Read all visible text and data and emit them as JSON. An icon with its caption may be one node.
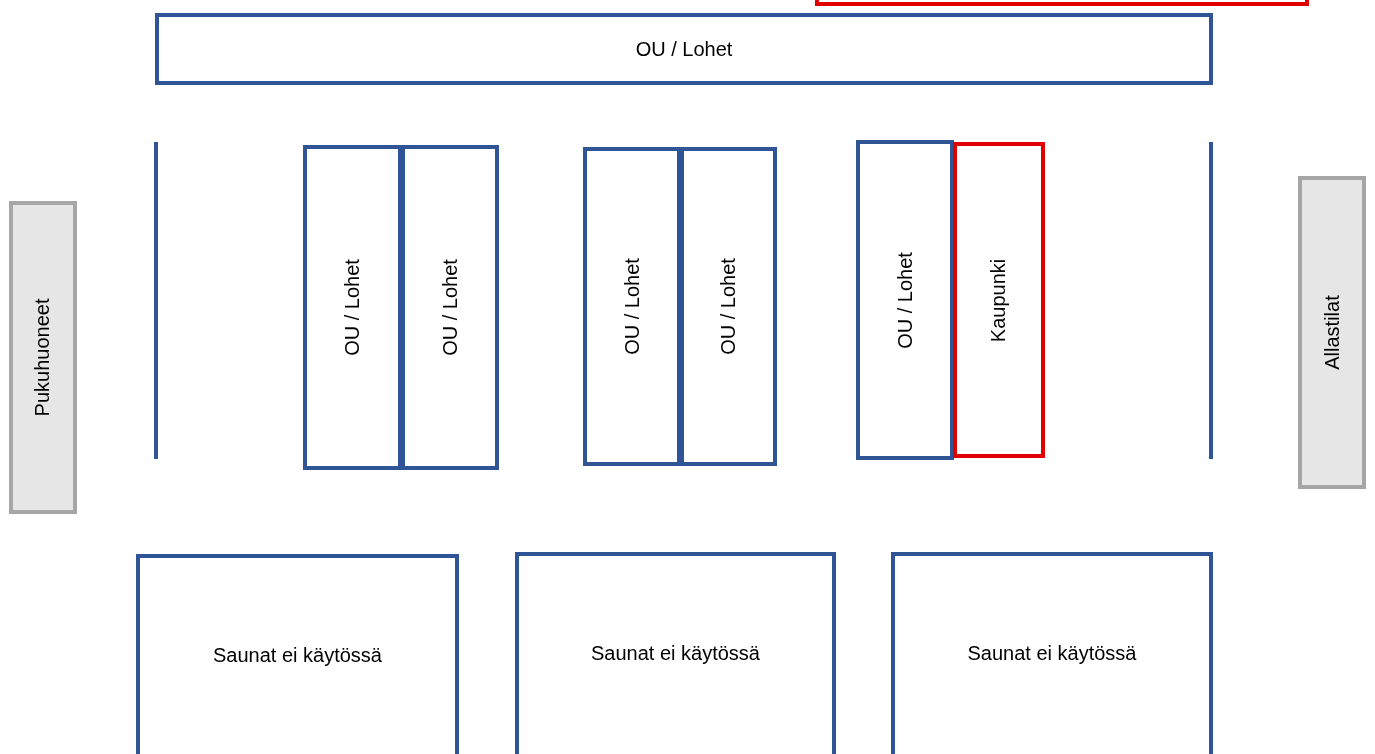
{
  "diagram": {
    "nodes": [
      {
        "text": [],
        "shape": "box"
      },
      {
        "text": [
          "OU / Lohet"
        ]
      },
      {
        "text": [
          "Pukuhuoneet"
        ]
      },
      {
        "text": [
          "OU / Lohet"
        ]
      },
      {
        "text": [
          "OU / Lohet"
        ]
      },
      {
        "text": [
          "OU / Lohet"
        ]
      },
      {
        "text": [
          "OU / Lohet"
        ]
      },
      {
        "text": [
          "OU / Lohet"
        ]
      },
      {
        "text": [
          "Kaupunki"
        ]
      },
      {
        "text": [
          "Allastilat"
        ]
      },
      {
        "text": [
          "Saunat ei käytössä"
        ]
      },
      {
        "text": [
          "Saunat ei käytössä"
        ]
      },
      {
        "text": [
          "Saunat ei käytössä"
        ]
      }
    ],
    "edges": []
  }
}
